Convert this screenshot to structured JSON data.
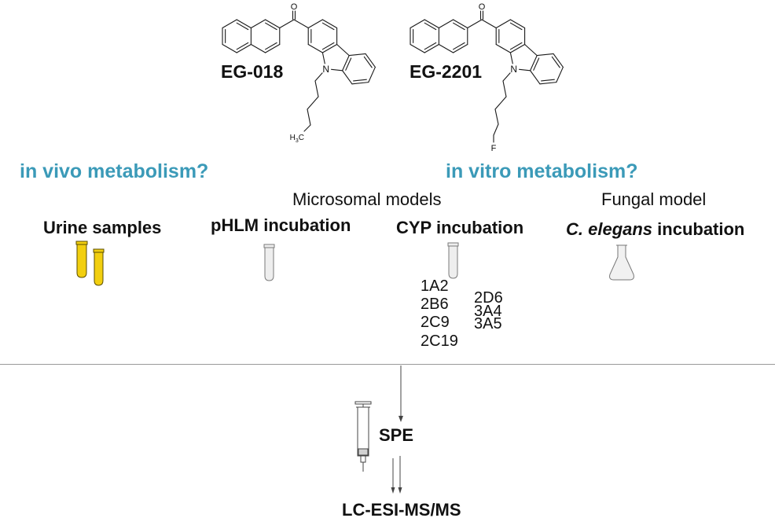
{
  "compounds": [
    {
      "name": "EG-018",
      "atoms": {
        "O": "O",
        "N": "N"
      },
      "terminal": {
        "h": "H",
        "sub": "3",
        "c": "C"
      }
    },
    {
      "name": "EG-2201",
      "atoms": {
        "O": "O",
        "N": "N"
      },
      "terminal": {
        "f": "F"
      }
    }
  ],
  "headings": {
    "in_vivo": "in vivo metabolism?",
    "in_vitro": "in vitro metabolism?"
  },
  "model_groups": {
    "microsomal": "Microsomal models",
    "fungal": "Fungal model"
  },
  "samples": {
    "urine": "Urine samples",
    "phlm": "pHLM incubation",
    "cyp": "CYP incubation",
    "elegans_species": "C. elegans",
    "elegans_suffix": " incubation"
  },
  "cyp_isoforms": [
    "1A2",
    "2B6",
    "2C9",
    "2C19",
    "2D6",
    "3A4",
    "3A5"
  ],
  "workflow": {
    "extraction": "SPE",
    "analysis": "LC-ESI-MS/MS"
  },
  "icons": {
    "urine": "test-tube-icon",
    "incubation": "test-tube-icon",
    "fungal": "erlenmeyer-flask-icon",
    "extraction": "syringe-icon",
    "flow": "arrow-down-icon"
  },
  "colors": {
    "heading": "#3b9ab8",
    "urine_tube": "#f2cf0f",
    "incubation_tube": "#eeeeee",
    "bond": "#1a1a1a"
  }
}
